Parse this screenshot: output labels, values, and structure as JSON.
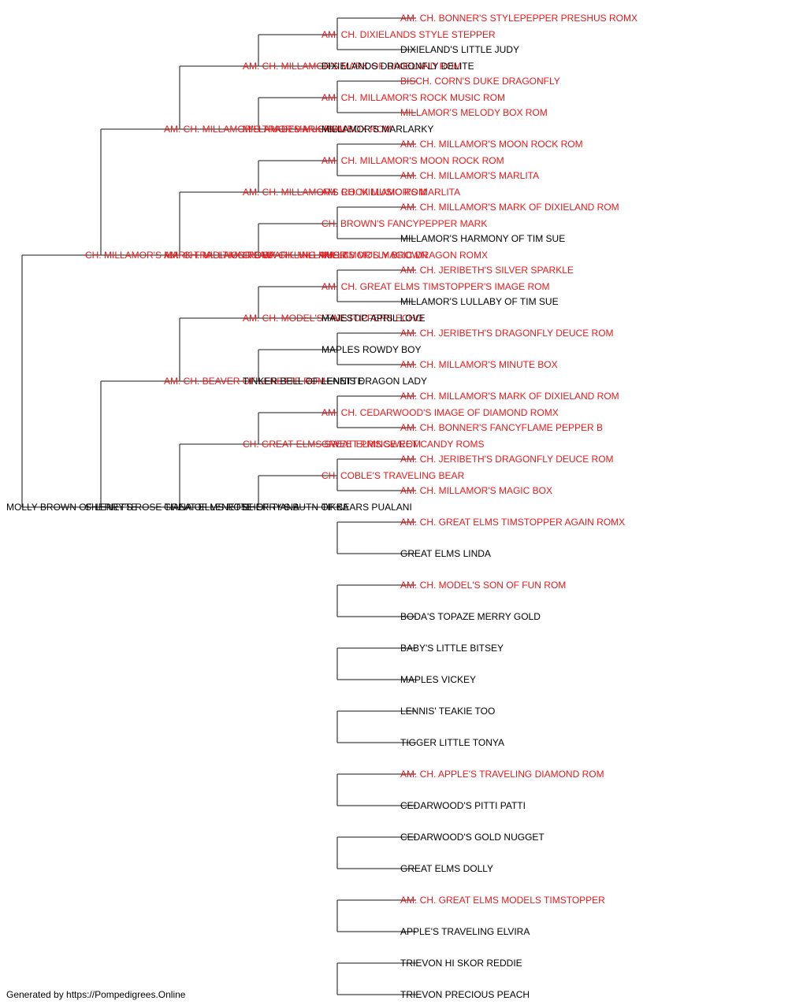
{
  "colors": {
    "champion": "#e41a1c",
    "normal": "#000000",
    "line": "#444444"
  },
  "subject": {
    "name": "MOLLY BROWN OF LENETTE",
    "champion": false
  },
  "generations": [
    [
      {
        "name": "CH. MILLAMOR'S MARK TRADITION ROMX",
        "champion": true
      },
      {
        "name": "SHERRY'S ROSE TIANA OF LENETTE",
        "champion": false
      }
    ],
    [
      {
        "name": "AM. CH. MILLAMOR'S TRADEMARK ROM",
        "champion": true
      },
      {
        "name": "AM. CH. MILLAMOR'S SPARKLING MUSIC",
        "champion": true
      },
      {
        "name": "AM. CH. BEAVER OF LENETTE ROM",
        "champion": true
      },
      {
        "name": "GREAT ELMS ROSE OF TIANA",
        "champion": false
      }
    ],
    [
      {
        "name": "AM. CH. MILLAMOR'S MARK OF DIXIELAND ROM",
        "champion": true
      },
      {
        "name": "MILLAMOR'S MUSICAL BOX ROM",
        "champion": true
      },
      {
        "name": "AM. CH. MILLAMOR'S ROCK MUSIC ROM",
        "champion": true
      },
      {
        "name": "CH.AM. CH. MILLAMOR'S MOLLY BROWN",
        "champion": true
      },
      {
        "name": "AM. CH. MODEL'S TIMSTOPPERS ECHO",
        "champion": true
      },
      {
        "name": "TINKER BELL OF LENETTE",
        "champion": false
      },
      {
        "name": "CH. GREAT ELMS SWEET PRINCE ROM",
        "champion": true
      },
      {
        "name": "SHERRY'S BUTN OF BEARS PUALANI",
        "champion": false
      }
    ],
    [
      {
        "name": "AM. CH. DIXIELANDS STYLE STEPPER",
        "champion": true
      },
      {
        "name": "DIXIELANDS DRAGONFLY DELITE",
        "champion": false
      },
      {
        "name": "AM. CH. MILLAMOR'S ROCK MUSIC ROM",
        "champion": true
      },
      {
        "name": "MILLAMOR'S MARLARKY",
        "champion": false
      },
      {
        "name": "AM. CH. MILLAMOR'S MOON ROCK ROM",
        "champion": true
      },
      {
        "name": "AM. CH. MILLAMOR'S MARLITA",
        "champion": true
      },
      {
        "name": "CH. BROWN'S FANCYPEPPER MARK",
        "champion": true
      },
      {
        "name": "MILLAMOR'S MAGIC DRAGON ROMX",
        "champion": true
      },
      {
        "name": "AM. CH. GREAT ELMS TIMSTOPPER'S IMAGE ROM",
        "champion": true
      },
      {
        "name": "MAJESTIC APRIL LOVE",
        "champion": false
      },
      {
        "name": "MAPLES ROWDY BOY",
        "champion": false
      },
      {
        "name": "LENNIS DRAGON LADY",
        "champion": false
      },
      {
        "name": "AM. CH. CEDARWOOD'S IMAGE OF DIAMOND ROMX",
        "champion": true
      },
      {
        "name": "GREAT ELMS SWEET CANDY ROMS",
        "champion": true
      },
      {
        "name": "CH. COBLE'S TRAVELING BEAR",
        "champion": true
      },
      {
        "name": "TIKKA",
        "champion": false
      }
    ],
    [
      {
        "name": "AM. CH. BONNER'S STYLEPEPPER PRESHUS ROMX",
        "champion": true
      },
      {
        "name": "DIXIELAND'S LITTLE JUDY",
        "champion": false
      },
      {
        "name": "BISCH. CORN'S DUKE DRAGONFLY",
        "champion": true
      },
      {
        "name": "MILLAMOR'S MELODY BOX ROM",
        "champion": true
      },
      {
        "name": "AM. CH. MILLAMOR'S MOON ROCK ROM",
        "champion": true
      },
      {
        "name": "AM. CH. MILLAMOR'S MARLITA",
        "champion": true
      },
      {
        "name": "AM. CH. MILLAMOR'S MARK OF DIXIELAND ROM",
        "champion": true
      },
      {
        "name": "MILLAMOR'S HARMONY OF TIM SUE",
        "champion": false
      },
      {
        "name": "AM. CH. JERIBETH'S SILVER SPARKLE",
        "champion": true
      },
      {
        "name": "MILLAMOR'S LULLABY OF TIM SUE",
        "champion": false
      },
      {
        "name": "AM. CH. JERIBETH'S DRAGONFLY DEUCE ROM",
        "champion": true
      },
      {
        "name": "AM. CH. MILLAMOR'S MINUTE BOX",
        "champion": true
      },
      {
        "name": "AM. CH. MILLAMOR'S MARK OF DIXIELAND ROM",
        "champion": true
      },
      {
        "name": "AM. CH. BONNER'S FANCYFLAME PEPPER B",
        "champion": true
      },
      {
        "name": "AM. CH. JERIBETH'S DRAGONFLY DEUCE ROM",
        "champion": true
      },
      {
        "name": "AM. CH. MILLAMOR'S MAGIC BOX",
        "champion": true
      },
      {
        "name": "AM. CH. GREAT ELMS TIMSTOPPER AGAIN ROMX",
        "champion": true
      },
      {
        "name": "GREAT ELMS LINDA",
        "champion": false
      },
      {
        "name": "AM. CH. MODEL'S SON OF FUN ROM",
        "champion": true
      },
      {
        "name": "BODA'S TOPAZE MERRY GOLD",
        "champion": false
      },
      {
        "name": "BABY'S LITTLE BITSEY",
        "champion": false
      },
      {
        "name": "MAPLES VICKEY",
        "champion": false
      },
      {
        "name": "LENNIS' TEAKIE TOO",
        "champion": false
      },
      {
        "name": "TIGGER LITTLE TONYA",
        "champion": false
      },
      {
        "name": "AM. CH. APPLE'S TRAVELING DIAMOND ROM",
        "champion": true
      },
      {
        "name": "CEDARWOOD'S PITTI PATTI",
        "champion": false
      },
      {
        "name": "CEDARWOOD'S GOLD NUGGET",
        "champion": false
      },
      {
        "name": "GREAT ELMS DOLLY",
        "champion": false
      },
      {
        "name": "AM. CH. GREAT ELMS MODELS TIMSTOPPER",
        "champion": true
      },
      {
        "name": "APPLE'S TRAVELING ELVIRA",
        "champion": false
      },
      {
        "name": "TRIEVON HI SKOR REDDIE",
        "champion": false
      },
      {
        "name": "TRIEVON PRECIOUS PEACH",
        "champion": false
      }
    ]
  ],
  "footer": "Generated by https://Pompedigrees.Online"
}
